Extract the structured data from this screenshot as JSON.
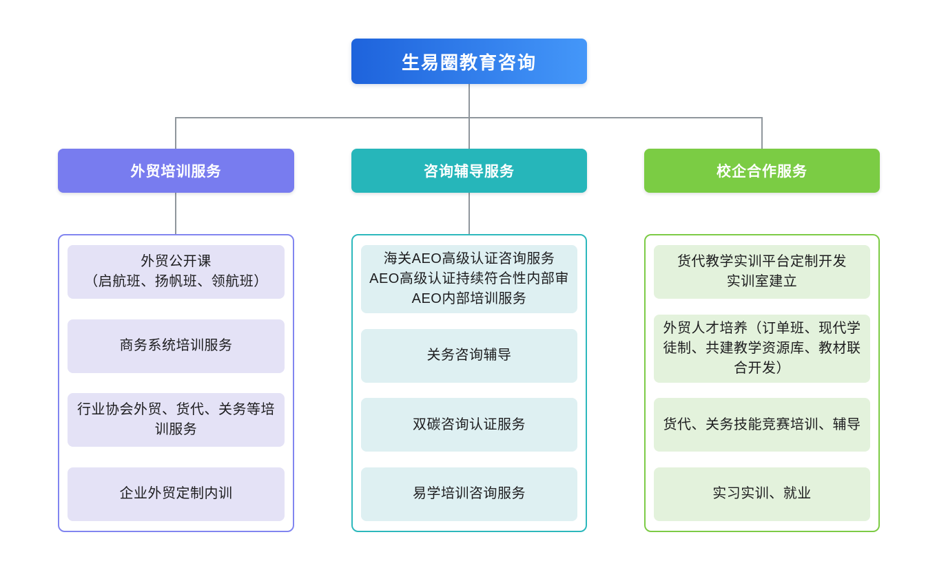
{
  "root": {
    "label": "生易圈教育咨询"
  },
  "colors": {
    "root_gradient": [
      "#1e63dc",
      "#4497f9"
    ],
    "connector": "#8f969c",
    "background": "#ffffff",
    "node_text": "#1d1d1f",
    "header_text": "#ffffff"
  },
  "columns": [
    {
      "header": "外贸培训服务",
      "colors": {
        "header": "#787cef",
        "border": "#8185f0",
        "item_bg": "#e4e2f6"
      },
      "items": [
        {
          "lines": [
            "外贸公开课",
            "（启航班、扬帆班、领航班）"
          ]
        },
        {
          "lines": [
            "商务系统培训服务"
          ]
        },
        {
          "lines": [
            "行业协会外贸、货代、关务等培训服务"
          ]
        },
        {
          "lines": [
            "企业外贸定制内训"
          ]
        }
      ]
    },
    {
      "header": "咨询辅导服务",
      "colors": {
        "header": "#26b6ba",
        "border": "#2cb8bc",
        "item_bg": "#def0f2"
      },
      "items": [
        {
          "lines": [
            "海关AEO高级认证咨询服务",
            "AEO高级认证持续符合性内部审",
            "AEO内部培训服务"
          ]
        },
        {
          "lines": [
            "关务咨询辅导"
          ]
        },
        {
          "lines": [
            "双碳咨询认证服务"
          ]
        },
        {
          "lines": [
            "易学培训咨询服务"
          ]
        }
      ]
    },
    {
      "header": "校企合作服务",
      "colors": {
        "header": "#7bcc44",
        "border": "#7ccb45",
        "item_bg": "#e3f2dc"
      },
      "items": [
        {
          "lines": [
            "货代教学实训平台定制开发",
            "实训室建立"
          ]
        },
        {
          "lines": [
            "外贸人才培养（订单班、现代学徒制、共建教学资源库、教材联合开发）"
          ]
        },
        {
          "lines": [
            "货代、关务技能竞赛培训、辅导"
          ]
        },
        {
          "lines": [
            "实习实训、就业"
          ]
        }
      ]
    }
  ]
}
